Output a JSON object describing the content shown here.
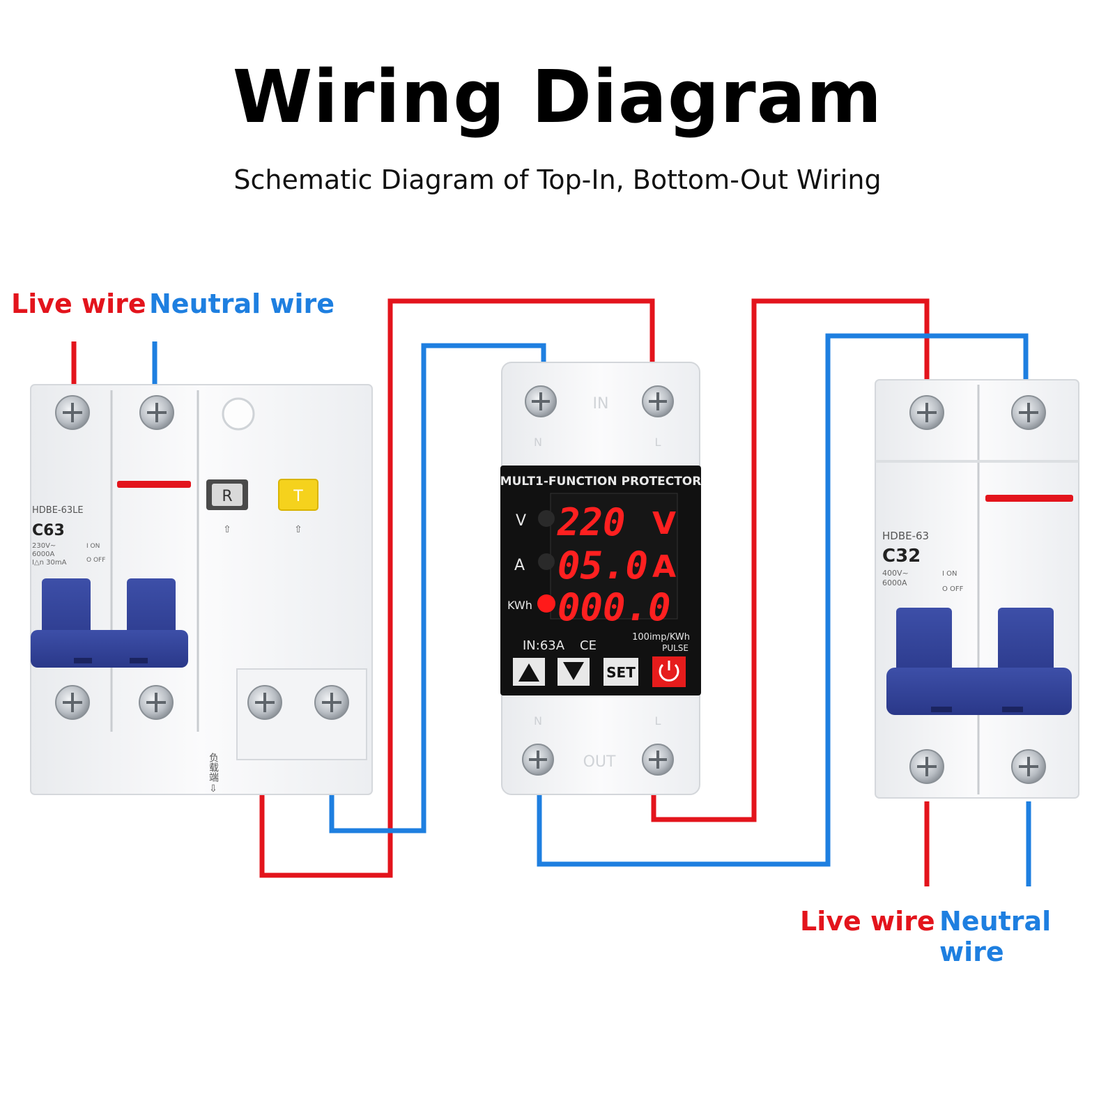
{
  "title": "Wiring Diagram",
  "subtitle": "Schematic Diagram of Top-In, Bottom-Out Wiring",
  "labels": {
    "live_top": "Live wire",
    "neutral_top": "Neutral wire",
    "live_bottom": "Live wire",
    "neutral_bottom": "Neutral wire"
  },
  "colors": {
    "live": "#e3141c",
    "neutral": "#1e7fe0"
  },
  "left_breaker": {
    "model": "HDBE-63LE",
    "rating": "C63",
    "spec_lines": [
      "230V~",
      "6000A",
      "I△n 30mA"
    ],
    "on_label": "I ON",
    "off_label": "O OFF",
    "button_r": "R",
    "button_t": "T",
    "load_side_label": "负载端"
  },
  "protector": {
    "in_label": "IN",
    "out_label": "OUT",
    "terminal_n": "N",
    "terminal_l": "L",
    "panel_title": "MULT1-FUNCTION PROTECTOR",
    "row_labels": [
      "V",
      "A",
      "KWh"
    ],
    "readings": [
      "220",
      "05.0",
      "000.0"
    ],
    "units": [
      "V",
      "A",
      ""
    ],
    "rating": "IN:63A",
    "ce_mark": "CE",
    "pulse_rate": "100imp/KWh",
    "pulse_label": "PULSE",
    "up_button": "up-arrow-button",
    "down_button": "down-arrow-button",
    "set_button": "SET",
    "power_button": "power-button"
  },
  "right_breaker": {
    "model": "HDBE-63",
    "rating": "C32",
    "spec_lines": [
      "400V~",
      "6000A"
    ],
    "on_label": "I ON",
    "off_label": "O OFF"
  }
}
